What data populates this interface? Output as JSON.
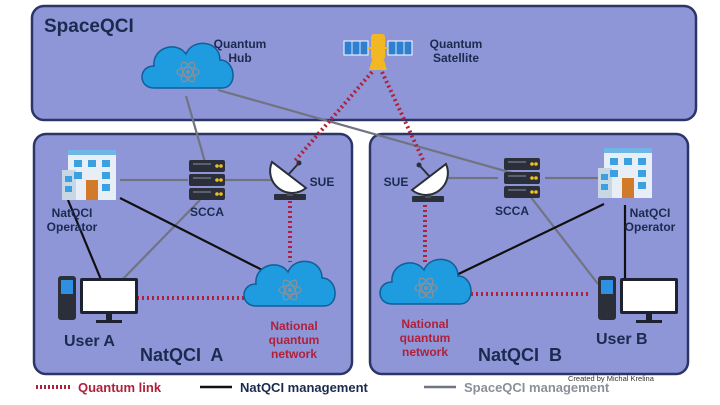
{
  "space": {
    "title": "SpaceQCI"
  },
  "hub": {
    "line1": "Quantum",
    "line2": "Hub"
  },
  "satellite": {
    "line1": "Quantum",
    "line2": "Satellite"
  },
  "left": {
    "region": "NatQCI  A",
    "operator1": "NatQCI",
    "operator2": "Operator",
    "scca": "SCCA",
    "sue": "SUE",
    "user": "User A",
    "network1": "National",
    "network2": "quantum",
    "network3": "network"
  },
  "right": {
    "region": "NatQCI  B",
    "operator1": "NatQCI",
    "operator2": "Operator",
    "scca": "SCCA",
    "sue": "SUE",
    "user": "User B",
    "network1": "National",
    "network2": "quantum",
    "network3": "network"
  },
  "legend": {
    "quantum": "Quantum link",
    "natqci": "NatQCI management",
    "spaceqci": "SpaceQCI management"
  },
  "credit": "Created by Michal Krelina",
  "colors": {
    "panel": "#8f96d8",
    "border": "#2b3566",
    "cloud": "#1f9be0",
    "quantum_link": "#b0203a"
  }
}
